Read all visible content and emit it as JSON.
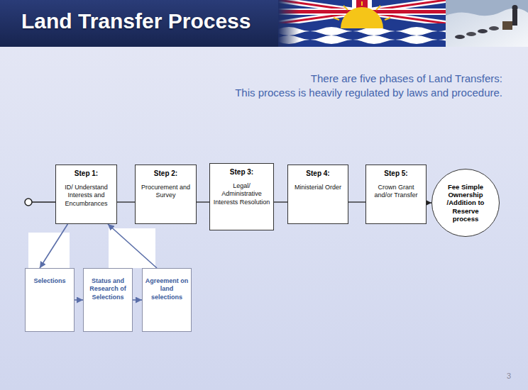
{
  "diagram": {
    "title": "Land Transfer Process",
    "nodes": [
      {
        "text": [
          "Step 1:",
          "ID/ Understand Interests and Encumbrances"
        ]
      },
      {
        "text": [
          "Step 2:",
          "Procurement and Survey"
        ]
      },
      {
        "text": [
          "Step 3:",
          "Legal/ Administrative Interests Resolution"
        ]
      },
      {
        "text": [
          "Step 4:",
          "Ministerial Order"
        ]
      },
      {
        "text": [
          "Step 5:",
          "Crown Grant and/or Transfer"
        ]
      },
      {
        "text": [
          "Fee Simple Ownership /Addition to Reserve process"
        ]
      },
      {
        "text": [
          "Selections"
        ]
      },
      {
        "text": [
          "Status and Research of Selections"
        ]
      },
      {
        "text": [
          "Agreement on land selections"
        ]
      }
    ],
    "edges": [
      {
        "from": 0,
        "to": 1,
        "arrow": "none"
      },
      {
        "from": 1,
        "to": 2,
        "arrow": "none"
      },
      {
        "from": 2,
        "to": 3,
        "arrow": "none"
      },
      {
        "from": 3,
        "to": 4,
        "arrow": "none"
      },
      {
        "from": 4,
        "to": 5,
        "arrow": "to"
      },
      {
        "from": 0,
        "to": 6,
        "arrow": "to"
      },
      {
        "from": 6,
        "to": 7,
        "arrow": "to"
      },
      {
        "from": 7,
        "to": 8,
        "arrow": "to"
      },
      {
        "from": 8,
        "to": 0,
        "arrow": "to"
      }
    ],
    "labels": [
      "There are five phases of Land Transfers:",
      "This process is heavily regulated by laws and procedure.",
      "3"
    ]
  }
}
